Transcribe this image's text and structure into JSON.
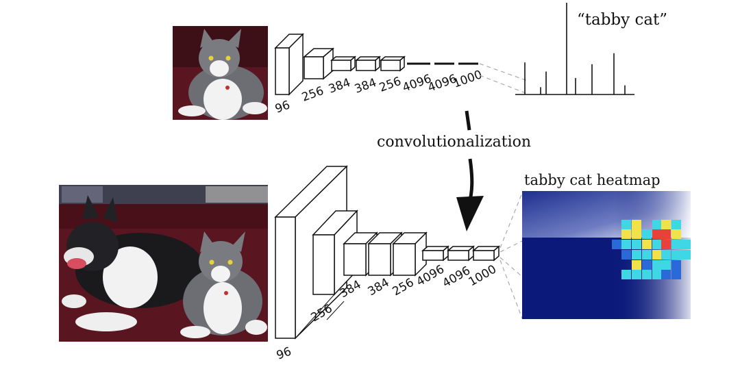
{
  "top_label": "“tabby cat”",
  "middle_label": "convolutionalization",
  "heatmap_label": "tabby cat heatmap",
  "top_network": {
    "layer_labels": [
      "96",
      "256",
      "384",
      "384",
      "256",
      "4096",
      "4096",
      "1000"
    ]
  },
  "bottom_network": {
    "layer_labels": [
      "96",
      "256",
      "384",
      "384",
      "256",
      "4096",
      "4096",
      "1000"
    ]
  },
  "class_scores": [
    0.35,
    0.08,
    0.25,
    1.0,
    0.18,
    0.33,
    0.45,
    0.1
  ],
  "colors": {
    "heatmap_bg": "#0b1a7a",
    "heatmap_hot": "#e8413a",
    "heatmap_warm": "#f2e24a",
    "heatmap_cool": "#3fd6e6"
  }
}
